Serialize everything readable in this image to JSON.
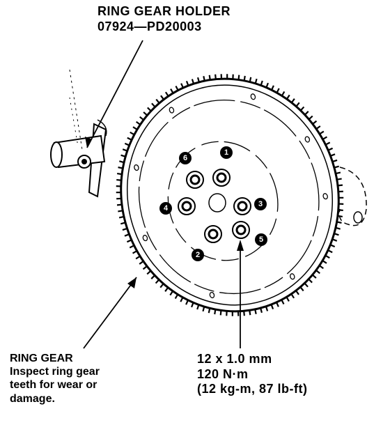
{
  "holder": {
    "title": "RING GEAR HOLDER",
    "part_number": "07924—PD20003"
  },
  "ring_gear": {
    "title": "RING GEAR",
    "lines": [
      "Inspect ring gear",
      "teeth for wear or",
      "damage."
    ]
  },
  "torque": {
    "lines": [
      "12 x 1.0 mm",
      "120 N·m",
      "(12 kg-m, 87 lb-ft)"
    ]
  },
  "bolt_sequence": [
    "1",
    "2",
    "3",
    "4",
    "5",
    "6"
  ]
}
